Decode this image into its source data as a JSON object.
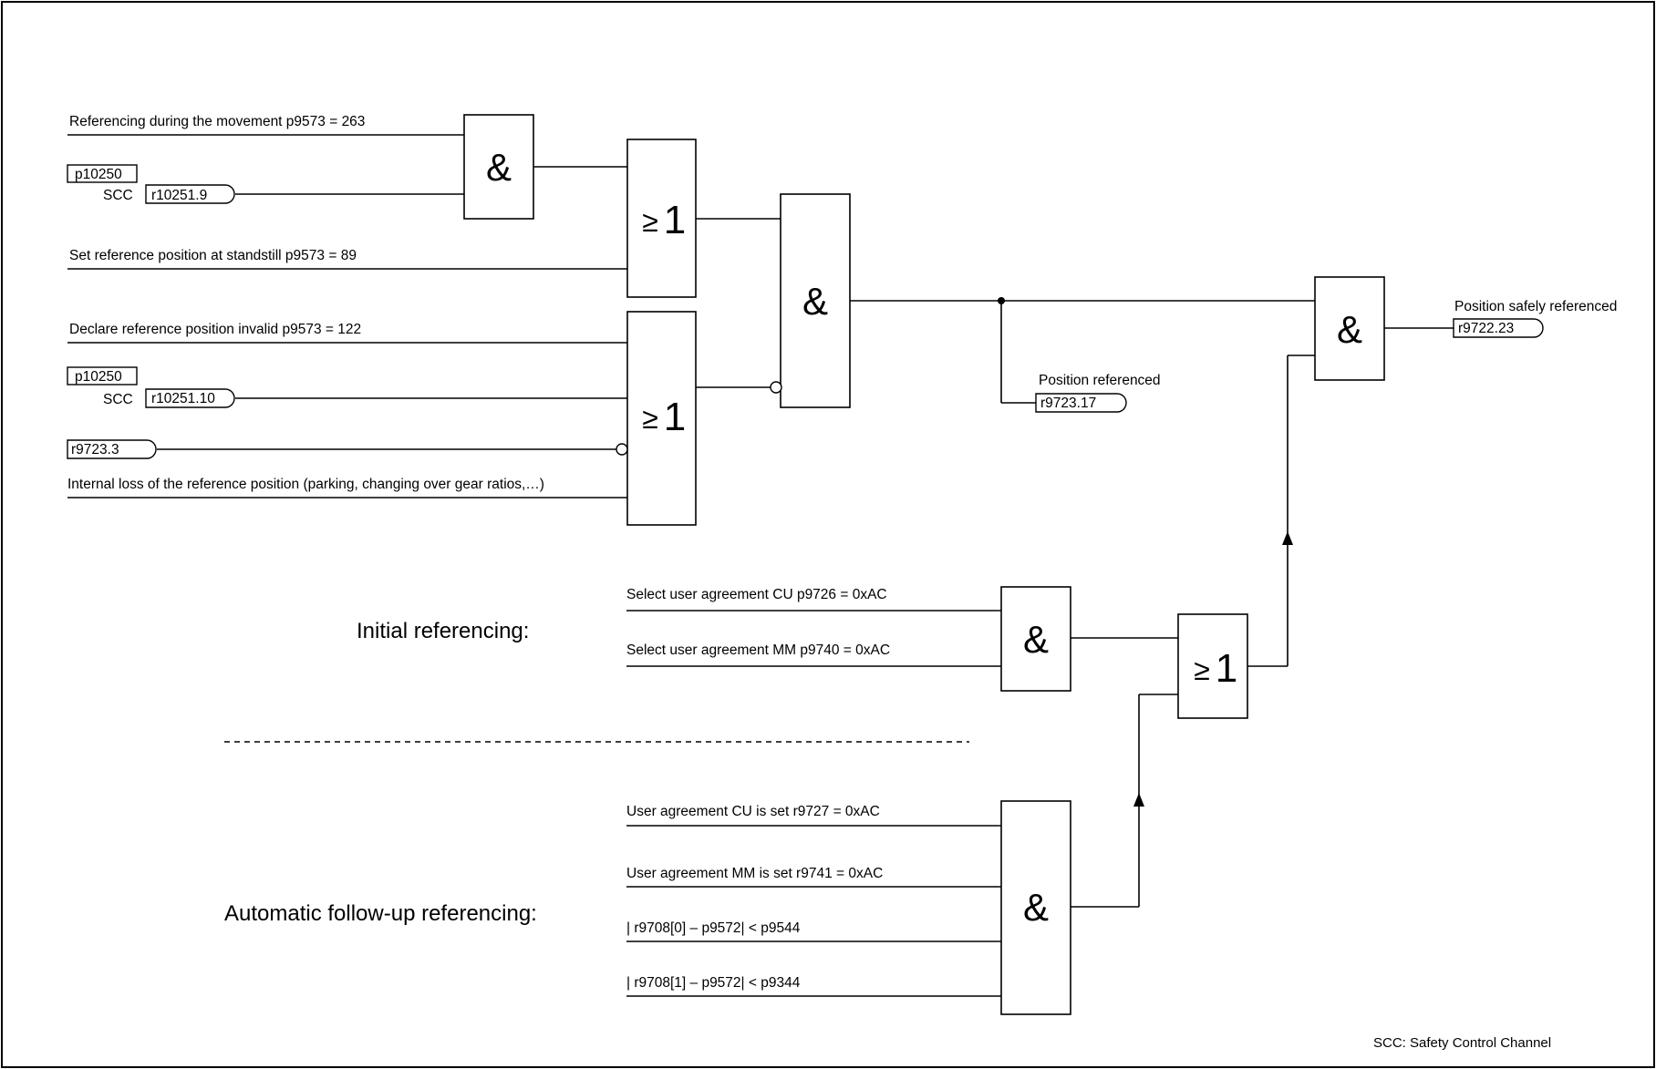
{
  "inputs": {
    "ref_movement": "Referencing during the movement   p9573 = 263",
    "ref_standstill": "Set reference position at standstill p9573 = 89",
    "declare_invalid": "Declare reference position invalid p9573 = 122",
    "internal_loss": "Internal loss of the reference position (parking, changing over gear ratios,…)",
    "sel_cu": "Select user agreement CU p9726 = 0xAC",
    "sel_mm": "Select user agreement MM p9740 = 0xAC",
    "agr_cu": "User agreement CU is set r9727 = 0xAC",
    "agr_mm": "User agreement MM is set r9741 = 0xAC",
    "cond0": "| r9708[0] – p9572| < p9544",
    "cond1": "| r9708[1] – p9572| < p9344"
  },
  "params": {
    "p10250_a": "p10250",
    "scc_a": "SCC",
    "r10251_9": "r10251.9",
    "p10250_b": "p10250",
    "scc_b": "SCC",
    "r10251_10": "r10251.10",
    "r9723_3": "r9723.3"
  },
  "outputs": {
    "pos_ref_label": "Position referenced",
    "pos_ref_sig": "r9723.17",
    "pos_safe_label": "Position safely referenced",
    "pos_safe_sig": "r9722.23"
  },
  "sections": {
    "initial": "Initial referencing:",
    "automatic": "Automatic follow-up referencing:"
  },
  "gates": {
    "and": "&",
    "or_sym": "≥",
    "or_num": "1"
  },
  "footer": "SCC: Safety Control Channel"
}
